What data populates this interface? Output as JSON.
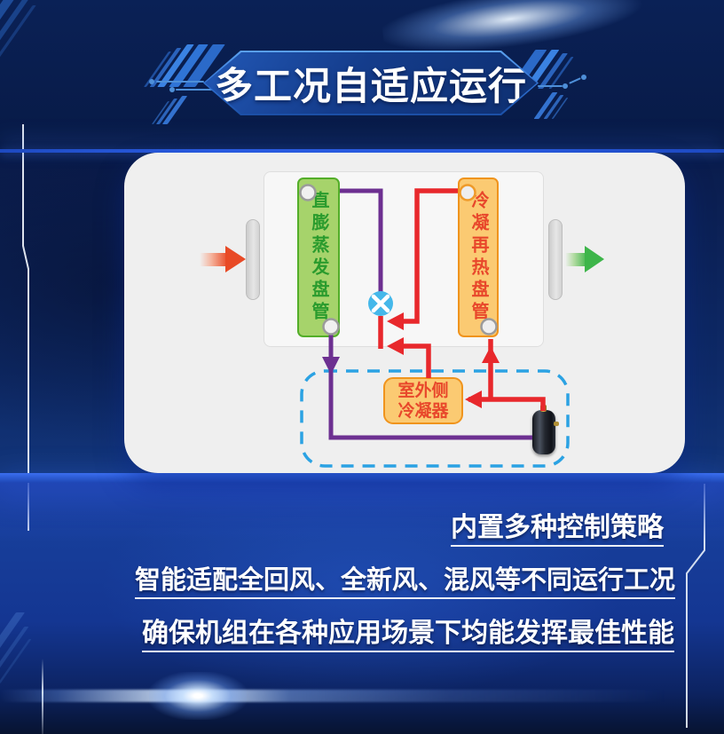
{
  "header": {
    "title": "多工况自适应运行"
  },
  "diagram": {
    "evaporator_coil_label": "直膨蒸发盘管",
    "reheat_coil_label": "冷凝再热盘管",
    "outdoor_condenser_label_line1": "室外侧",
    "outdoor_condenser_label_line2": "冷凝器",
    "colors": {
      "evaporator_fill": "#a6d36b",
      "evaporator_border": "#53ae29",
      "evaporator_text": "#2a9b2d",
      "reheat_fill": "#fbca72",
      "reheat_border": "#f0941d",
      "reheat_text": "#e8472b",
      "hot_pipe": "#e8282c",
      "cold_pipe": "#6d3091",
      "expansion_valve": "#45b8ea",
      "outdoor_boundary_dashed": "#2ba2e3",
      "supply_air_arrow": "#e84a26",
      "discharge_air_arrow": "#3db54a"
    }
  },
  "footer": {
    "line1": "内置多种控制策略",
    "line2": "智能适配全回风、全新风、混风等不同运行工况",
    "line3": "确保机组在各种应用场景下均能发挥最佳性能"
  }
}
